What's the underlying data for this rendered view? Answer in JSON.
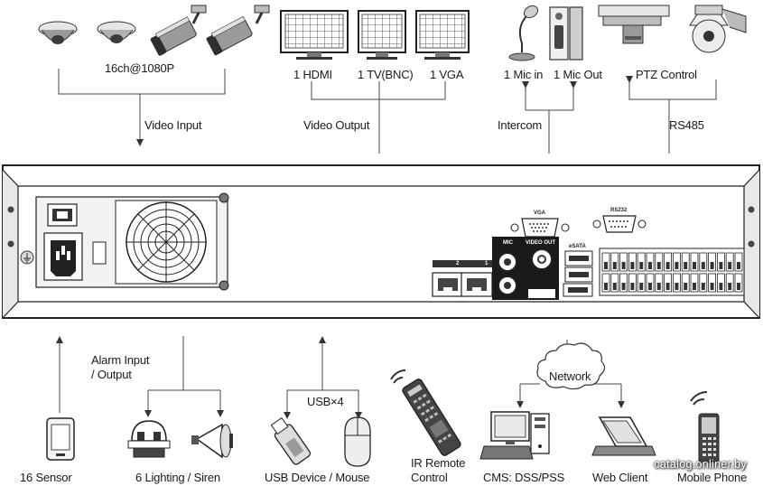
{
  "inputs": {
    "cameras": "16ch@1080P",
    "video_input": "Video Input"
  },
  "video_output": {
    "hdmi": "1 HDMI",
    "tv": "1 TV(BNC)",
    "vga": "1 VGA",
    "group": "Video Output"
  },
  "intercom": {
    "mic_in": "1 Mic in",
    "mic_out": "1 Mic Out",
    "group": "Intercom"
  },
  "ptz": {
    "label": "PTZ Control",
    "bus": "RS485"
  },
  "panel": {
    "vga": "VGA",
    "rs232": "RS232",
    "mic": "MIC",
    "video_out": "VIDEO OUT",
    "esata": "eSATA",
    "lan_1": "1",
    "lan_2": "2"
  },
  "alarm": {
    "line1": "Alarm Input",
    "line2": "/ Output",
    "sensor": "16 Sensor",
    "lighting": "6 Lighting / Siren"
  },
  "usb": {
    "group": "USB×4",
    "device": "USB Device / Mouse"
  },
  "ir": {
    "line1": "IR Remote",
    "line2": "Control"
  },
  "network": {
    "cloud": "Network",
    "cms": "CMS: DSS/PSS",
    "web": "Web Client",
    "mobile": "Mobile Phone"
  },
  "watermark": "catalog.onliner.by"
}
